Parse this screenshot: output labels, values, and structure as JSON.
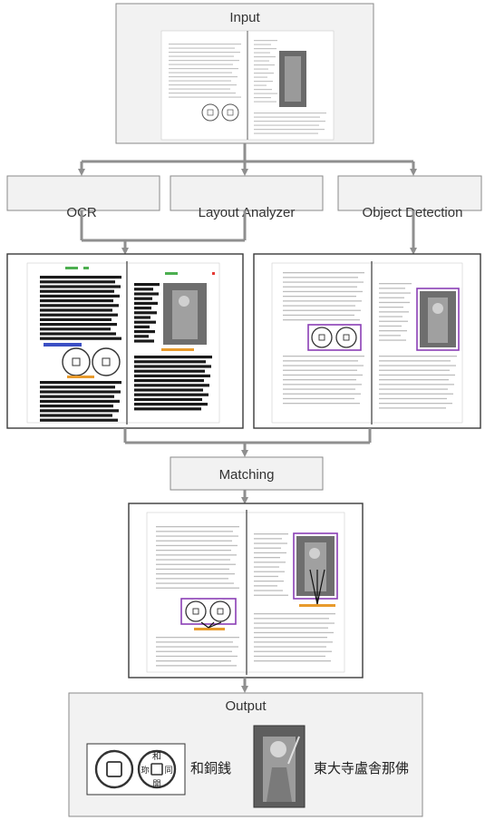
{
  "stages": {
    "input": "Input",
    "ocr": "OCR",
    "layout": "Layout Analyzer",
    "detection": "Object Detection",
    "matching": "Matching",
    "output": "Output"
  },
  "output_labels": {
    "coin": "和銅銭",
    "buddha": "東大寺盧舎那佛"
  },
  "coin_glyphs": [
    "和",
    "同",
    "開",
    "珎"
  ],
  "colors": {
    "box_fill": "#f2f2f2",
    "box_border": "#8a8a8a",
    "arrow": "#8f8f8f",
    "ocr_highlight": "#1a1a1a",
    "title_green": "#4caf50",
    "figure_purple": "#8a3fb5",
    "caption_orange": "#e89a2c",
    "caption_blue": "#3b4fc4"
  }
}
